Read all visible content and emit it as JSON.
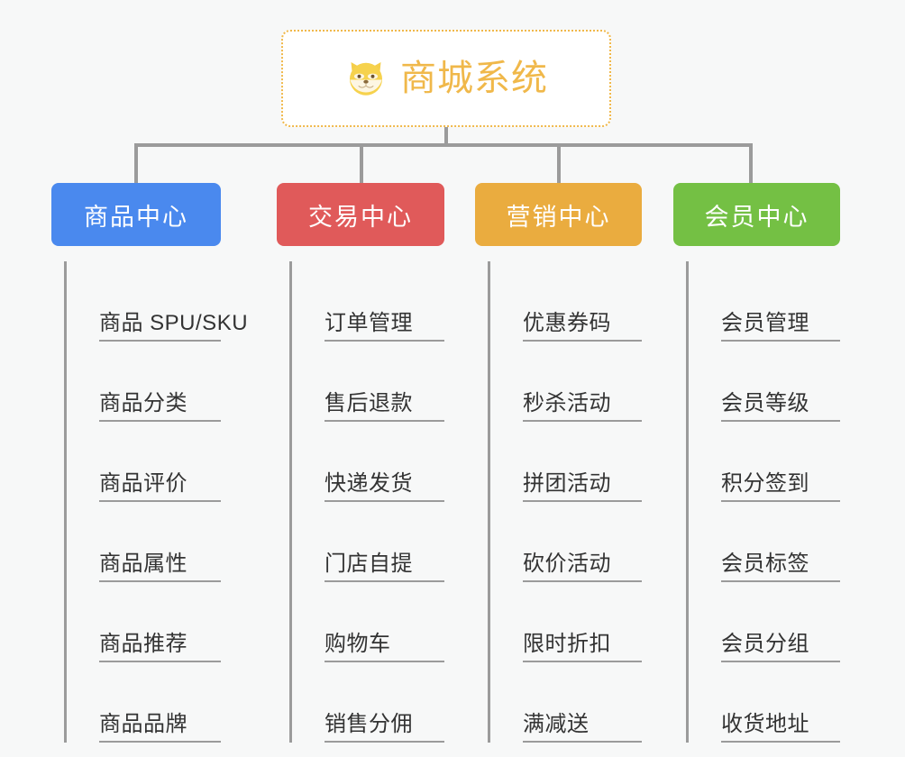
{
  "diagram": {
    "title": "商城系统",
    "root": {
      "label": "商城系统",
      "icon": "shiba-dog-face-icon",
      "border_color": "#f0b84a",
      "text_color": "#f0b84a",
      "background": "#ffffff"
    },
    "background_color": "#f7f8f8",
    "connector_color": "#9b9b9b",
    "leaf_text_color": "#333333",
    "categories": [
      {
        "label": "商品中心",
        "color": "#4a89ee",
        "items": [
          "商品 SPU/SKU",
          "商品分类",
          "商品评价",
          "商品属性",
          "商品推荐",
          "商品品牌"
        ]
      },
      {
        "label": "交易中心",
        "color": "#e05a5a",
        "items": [
          "订单管理",
          "售后退款",
          "快递发货",
          "门店自提",
          "购物车",
          "销售分佣"
        ]
      },
      {
        "label": "营销中心",
        "color": "#eaac3f",
        "items": [
          "优惠券码",
          "秒杀活动",
          "拼团活动",
          "砍价活动",
          "限时折扣",
          "满减送"
        ]
      },
      {
        "label": "会员中心",
        "color": "#74c044",
        "items": [
          "会员管理",
          "会员等级",
          "积分签到",
          "会员标签",
          "会员分组",
          "收货地址"
        ]
      }
    ]
  }
}
